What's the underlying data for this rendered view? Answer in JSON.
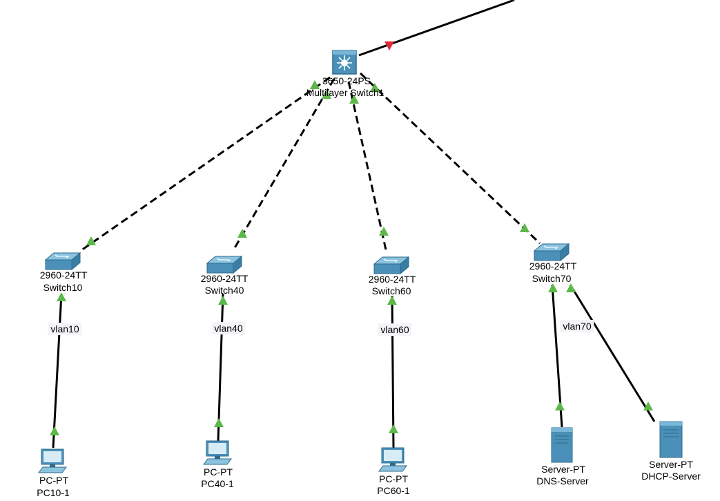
{
  "colors": {
    "link": "#000000",
    "port_up": "#5cb848",
    "port_down": "#e02a3c",
    "device_blue": "#4a90b8"
  },
  "core": {
    "model": "3650-24PS",
    "name": "Multilayer Switch1",
    "icon": "multilayer-switch-icon"
  },
  "switches": [
    {
      "model": "2960-24TT",
      "name": "Switch10",
      "icon": "switch-icon"
    },
    {
      "model": "2960-24TT",
      "name": "Switch40",
      "icon": "switch-icon"
    },
    {
      "model": "2960-24TT",
      "name": "Switch60",
      "icon": "switch-icon"
    },
    {
      "model": "2960-24TT",
      "name": "Switch70",
      "icon": "switch-icon"
    }
  ],
  "hosts": [
    {
      "model": "PC-PT",
      "name": "PC10-1",
      "icon": "pc-icon"
    },
    {
      "model": "PC-PT",
      "name": "PC40-1",
      "icon": "pc-icon"
    },
    {
      "model": "PC-PT",
      "name": "PC60-1",
      "icon": "pc-icon"
    },
    {
      "model": "Server-PT",
      "name": "DNS-Server",
      "icon": "server-icon"
    },
    {
      "model": "Server-PT",
      "name": "DHCP-Server",
      "icon": "server-icon"
    }
  ],
  "vlan_labels": [
    "vlan10",
    "vlan40",
    "vlan60",
    "vlan70"
  ]
}
